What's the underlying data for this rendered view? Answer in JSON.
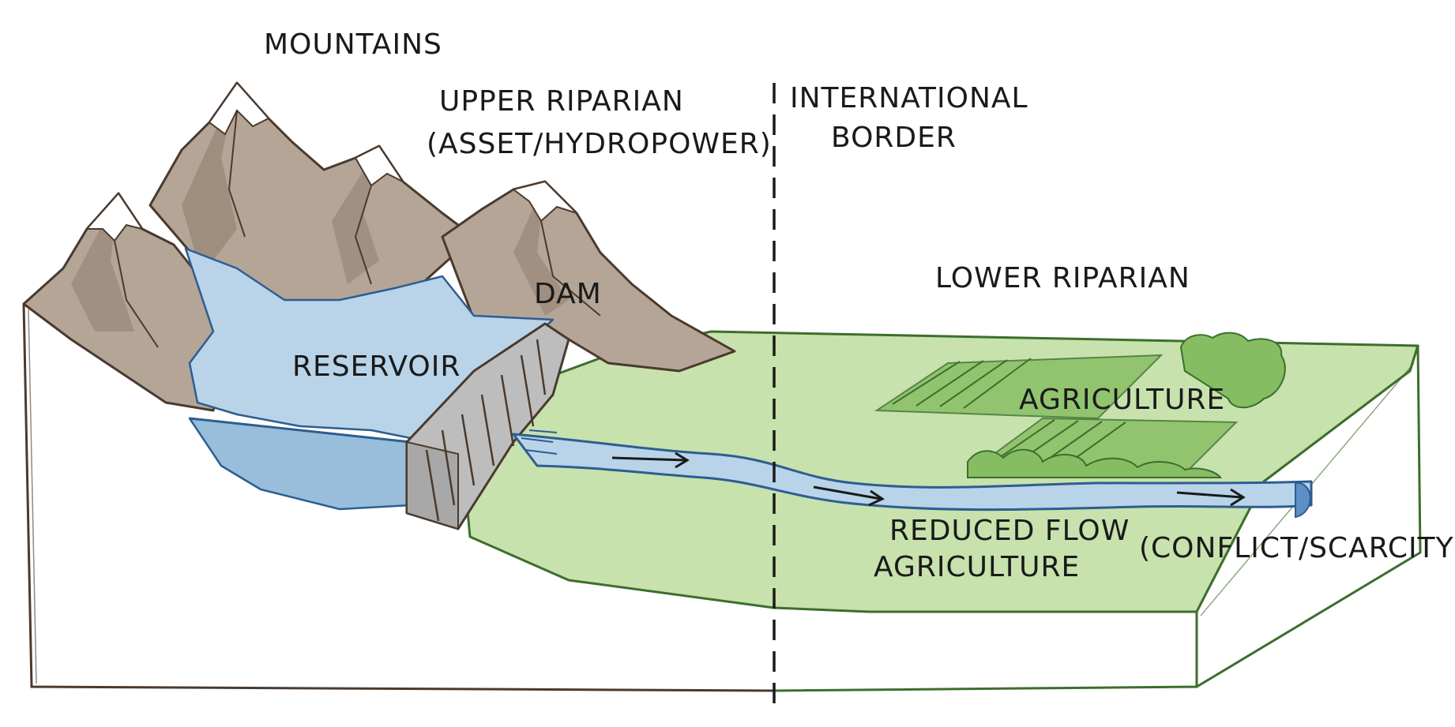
{
  "labels": {
    "mountains": "MOUNTAINS",
    "upper_riparian_line1": "UPPER RIPARIAN",
    "upper_riparian_line2": "(ASSET/HYDROPOWER)",
    "border_line1": "INTERNATIONAL",
    "border_line2": "BORDER",
    "lower_riparian": "LOWER RIPARIAN",
    "dam": "DAM",
    "reservoir": "RESERVOIR",
    "agriculture": "AGRICULTURE",
    "reduced_flow_line1": "REDUCED FLOW",
    "reduced_flow_line2": "AGRICULTURE",
    "conflict": "(CONFLICT/SCARCITY)"
  },
  "colors": {
    "outline": "#4a3a2e",
    "mountain": "#b4a596",
    "mountain_shadow": "#8d7b6b",
    "snow": "#ffffff",
    "water": "#b9d4e8",
    "water_deep": "#98bedb",
    "water_edge": "#2e5d91",
    "land": "#c7e2ad",
    "land_edge": "#3d6e2d",
    "crop": "#86bd62",
    "dam": "#bdbdbd"
  }
}
